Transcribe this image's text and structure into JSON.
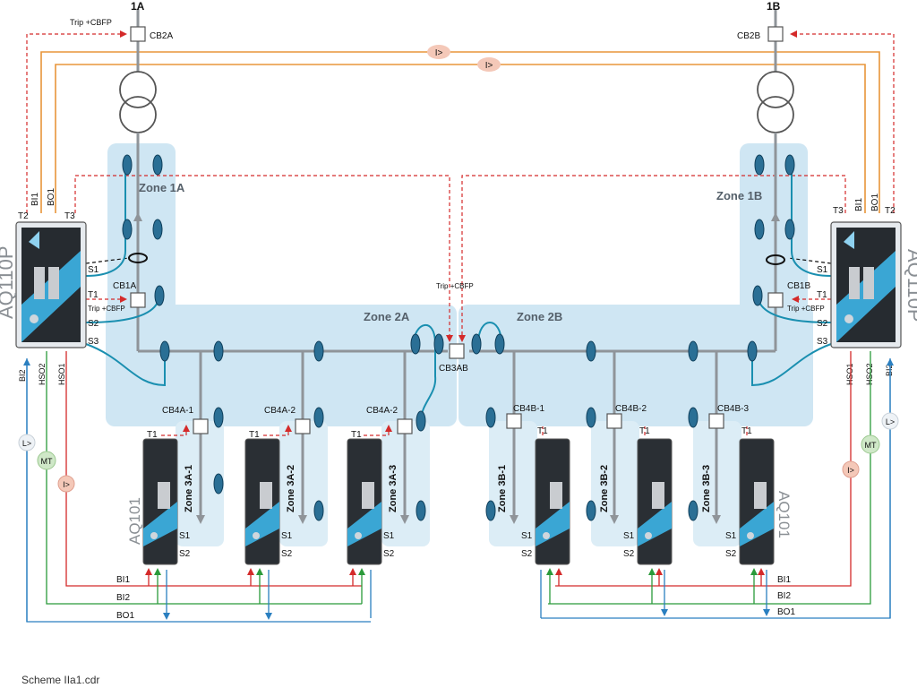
{
  "sources": {
    "left": "1A",
    "right": "1B"
  },
  "breakers": {
    "cb2a": "CB2A",
    "cb2b": "CB2B",
    "cb1a": "CB1A",
    "cb1b": "CB1B",
    "cb3ab": "CB3AB",
    "feeders_a": [
      "CB4A-1",
      "CB4A-2",
      "CB4A-2"
    ],
    "feeders_b": [
      "CB4B-1",
      "CB4B-2",
      "CB4B-3"
    ]
  },
  "zones": {
    "z1a": "Zone 1A",
    "z1b": "Zone 1B",
    "z2a": "Zone 2A",
    "z2b": "Zone 2B"
  },
  "zones_3a": [
    "Zone 3A-1",
    "Zone 3A-2",
    "Zone 3A-3"
  ],
  "zones_3b": [
    "Zone 3B-1",
    "Zone 3B-2",
    "Zone 3B-3"
  ],
  "devices": {
    "main": "AQ110P",
    "sub": "AQ101"
  },
  "signals": {
    "trip_cbfp": "Trip +CBFP",
    "overcurrent": "I>",
    "light": "L>",
    "master_trip": "MT",
    "t1": "T1",
    "t2": "T2",
    "t3": "T3",
    "s1": "S1",
    "s2": "S2",
    "s3": "S3",
    "bi1": "BI1",
    "bi2": "BI2",
    "bo1": "BO1",
    "hso1": "HSO1",
    "hso2": "HSO2"
  },
  "caption": "Scheme IIa1.cdr",
  "colors": {
    "zone_fill": "#cfe6f3",
    "sensor_fiber": "#1a8fb0",
    "trip_line": "#d42a2a",
    "orange_line": "#e8953a",
    "green_line": "#2a9a3a",
    "blue_line": "#2a7fc0",
    "busbar": "#8f9499"
  }
}
